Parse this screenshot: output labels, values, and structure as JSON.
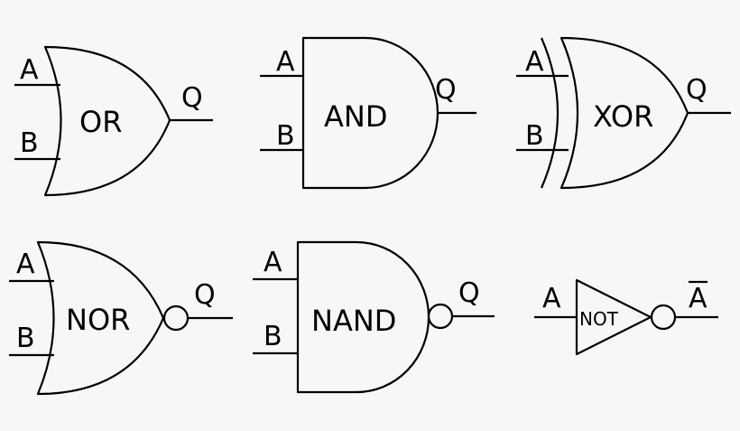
{
  "gates": {
    "or": {
      "name": "OR",
      "in_a": "A",
      "in_b": "B",
      "out": "Q"
    },
    "and": {
      "name": "AND",
      "in_a": "A",
      "in_b": "B",
      "out": "Q"
    },
    "xor": {
      "name": "XOR",
      "in_a": "A",
      "in_b": "B",
      "out": "Q"
    },
    "nor": {
      "name": "NOR",
      "in_a": "A",
      "in_b": "B",
      "out": "Q"
    },
    "nand": {
      "name": "NAND",
      "in_a": "A",
      "in_b": "B",
      "out": "Q"
    },
    "not": {
      "name": "NOT",
      "in_a": "A",
      "out": "A"
    }
  },
  "colors": {
    "stroke": "#000000",
    "background": "#f7f7f7"
  }
}
